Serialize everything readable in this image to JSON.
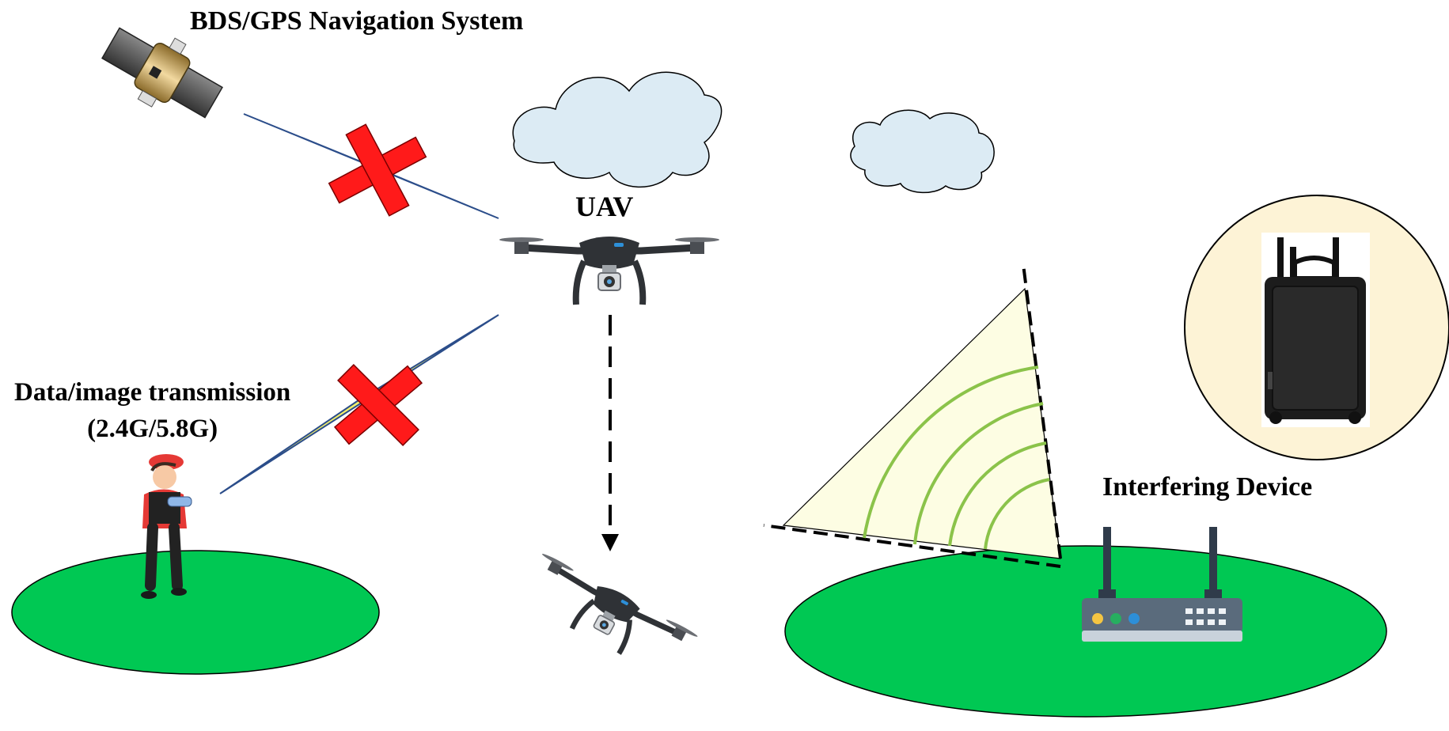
{
  "labels": {
    "navigation_system": "BDS/GPS Navigation System",
    "uav": "UAV",
    "data_transmission_line1": "Data/image transmission",
    "data_transmission_line2": "(2.4G/5.8G)",
    "interfering_device": "Interfering Device"
  },
  "colors": {
    "ground": "#00c853",
    "cloud": "#dcebf4",
    "signal_blocked_mark": "#ff1a1a",
    "jamming_sector": "#fdfde3",
    "jamming_waves": "#8bc34a",
    "device_circle": "#fdf3d6",
    "drone_body": "#2f3236"
  },
  "icons": {
    "satellite": "satellite-icon",
    "drone": "drone-icon",
    "operator": "operator-person-icon",
    "router": "router-icon",
    "jammer": "jammer-case-icon"
  }
}
